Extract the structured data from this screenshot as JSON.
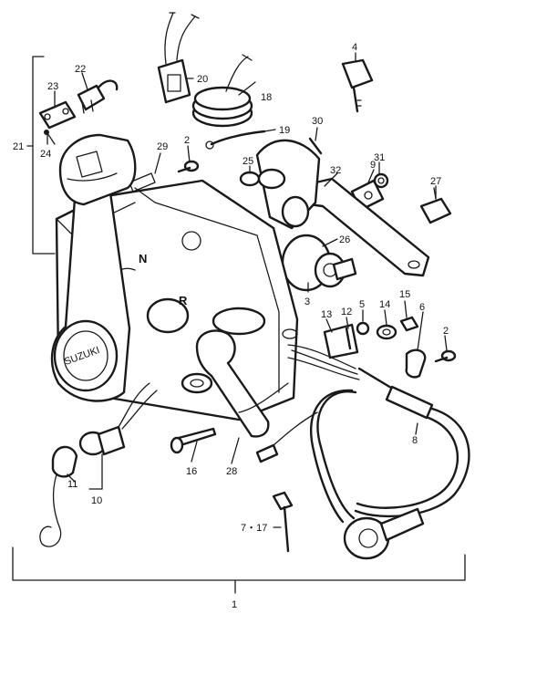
{
  "callouts": [
    {
      "id": "c1",
      "text": "1"
    },
    {
      "id": "c2a",
      "text": "2"
    },
    {
      "id": "c2b",
      "text": "2"
    },
    {
      "id": "c3",
      "text": "3"
    },
    {
      "id": "c4",
      "text": "4"
    },
    {
      "id": "c5",
      "text": "5"
    },
    {
      "id": "c6",
      "text": "6"
    },
    {
      "id": "c7",
      "text": "7・17"
    },
    {
      "id": "c8",
      "text": "8"
    },
    {
      "id": "c9",
      "text": "9"
    },
    {
      "id": "c10",
      "text": "10"
    },
    {
      "id": "c11",
      "text": "11"
    },
    {
      "id": "c12",
      "text": "12"
    },
    {
      "id": "c13",
      "text": "13"
    },
    {
      "id": "c14",
      "text": "14"
    },
    {
      "id": "c15",
      "text": "15"
    },
    {
      "id": "c16",
      "text": "16"
    },
    {
      "id": "c18",
      "text": "18"
    },
    {
      "id": "c19",
      "text": "19"
    },
    {
      "id": "c20",
      "text": "20"
    },
    {
      "id": "c21",
      "text": "21"
    },
    {
      "id": "c22",
      "text": "22"
    },
    {
      "id": "c23",
      "text": "23"
    },
    {
      "id": "c24",
      "text": "24"
    },
    {
      "id": "c25",
      "text": "25"
    },
    {
      "id": "c26",
      "text": "26"
    },
    {
      "id": "c27",
      "text": "27"
    },
    {
      "id": "c28",
      "text": "28"
    },
    {
      "id": "c29",
      "text": "29"
    },
    {
      "id": "c30",
      "text": "30"
    },
    {
      "id": "c31",
      "text": "31"
    },
    {
      "id": "c32",
      "text": "32"
    }
  ],
  "housing_marks": {
    "neutral": "N",
    "reverse": "R"
  },
  "brand_text": "SUZUKI"
}
